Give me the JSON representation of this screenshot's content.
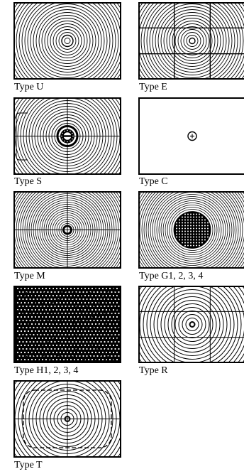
{
  "screens": [
    {
      "id": "u",
      "label": "Type U",
      "pattern": "rings",
      "density": "medium"
    },
    {
      "id": "e",
      "label": "Type E",
      "pattern": "rings-grid",
      "density": "medium"
    },
    {
      "id": "s",
      "label": "Type S",
      "pattern": "split-image",
      "density": "medium"
    },
    {
      "id": "c",
      "label": "Type C",
      "pattern": "clear",
      "density": "none"
    },
    {
      "id": "m",
      "label": "Type M",
      "pattern": "microprism-center",
      "density": "fine"
    },
    {
      "id": "g",
      "label": "Type G1, 2, 3, 4",
      "pattern": "microprism-large",
      "density": "fine"
    },
    {
      "id": "h",
      "label": "Type H1, 2, 3, 4",
      "pattern": "fine-matte",
      "density": "very-fine"
    },
    {
      "id": "r",
      "label": "Type R",
      "pattern": "rings-grid-center",
      "density": "coarse"
    },
    {
      "id": "t",
      "label": "Type T",
      "pattern": "rings-frame",
      "density": "coarse"
    }
  ],
  "colors": {
    "line": "#000000",
    "background": "#ffffff"
  }
}
